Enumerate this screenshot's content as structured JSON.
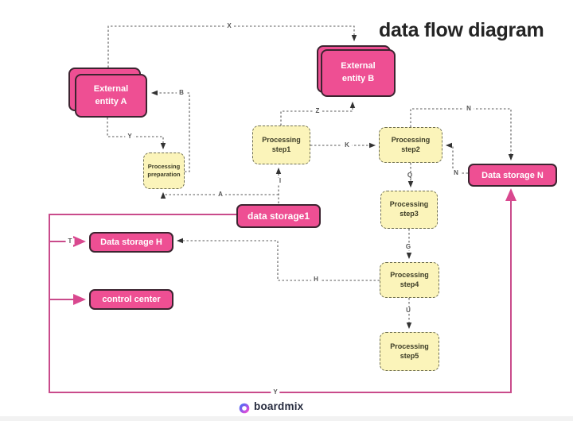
{
  "title": "data flow diagram",
  "watermark": {
    "brand": "boardmix"
  },
  "nodes": {
    "external_entity_a": {
      "label": "External entity A",
      "type": "external-entity"
    },
    "external_entity_b": {
      "label": "External entity B",
      "type": "external-entity"
    },
    "processing_preparation": {
      "label": "Processing preparation",
      "type": "process"
    },
    "processing_step1": {
      "label": "Processing step1",
      "type": "process"
    },
    "processing_step2": {
      "label": "Processing step2",
      "type": "process"
    },
    "processing_step3": {
      "label": "Processing step3",
      "type": "process"
    },
    "processing_step4": {
      "label": "Processing step4",
      "type": "process"
    },
    "processing_step5": {
      "label": "Processing step5",
      "type": "process"
    },
    "data_storage1": {
      "label": "data storage1",
      "type": "data-store"
    },
    "data_storage_h": {
      "label": "Data storage H",
      "type": "data-store"
    },
    "data_storage_n": {
      "label": "Data storage N",
      "type": "data-store"
    },
    "control_center": {
      "label": "control center",
      "type": "data-store"
    }
  },
  "edges": {
    "x": "X",
    "b": "B",
    "y_top": "Y",
    "z": "Z",
    "a": "A",
    "i": "I",
    "k": "K",
    "n_top": "N",
    "n_left": "N",
    "q": "Q",
    "g": "G",
    "u": "U",
    "h": "H",
    "t": "T",
    "y_bottom": "Y"
  },
  "colors": {
    "node_pink": "#ee4f93",
    "node_border_dark": "#3c2430",
    "node_yellow": "#fbf4ba",
    "node_yellow_border": "#6e6e52",
    "wire_dark": "#5a5a5a",
    "wire_pink": "#c94b8b",
    "title_text": "#242424",
    "edge_label_text": "#555555"
  }
}
